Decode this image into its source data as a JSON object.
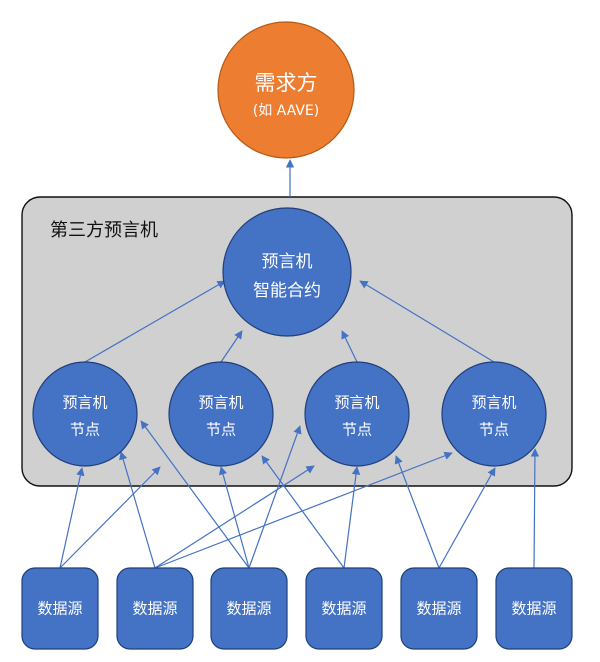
{
  "diagram": {
    "consumer": {
      "title": "需求方",
      "subtitle": "(如 AAVE)"
    },
    "oracle_group": {
      "title": "第三方预言机"
    },
    "contract": {
      "line1": "预言机",
      "line2": "智能合约"
    },
    "oracle_nodes": [
      {
        "line1": "预言机",
        "line2": "节点"
      },
      {
        "line1": "预言机",
        "line2": "节点"
      },
      {
        "line1": "预言机",
        "line2": "节点"
      },
      {
        "line1": "预言机",
        "line2": "节点"
      }
    ],
    "data_sources": [
      {
        "label": "数据源"
      },
      {
        "label": "数据源"
      },
      {
        "label": "数据源"
      },
      {
        "label": "数据源"
      },
      {
        "label": "数据源"
      },
      {
        "label": "数据源"
      }
    ]
  },
  "colors": {
    "consumer_fill": "#ED7D31",
    "node_fill": "#4472C4",
    "node_stroke": "#1F3F7A",
    "group_fill": "#D0D0D0",
    "group_stroke": "#111111",
    "arrow": "#4472C4",
    "text_on_node": "#FFFFFF",
    "group_title": "#111111"
  },
  "icons": {
    "arrowhead": "arrow-head-icon"
  }
}
